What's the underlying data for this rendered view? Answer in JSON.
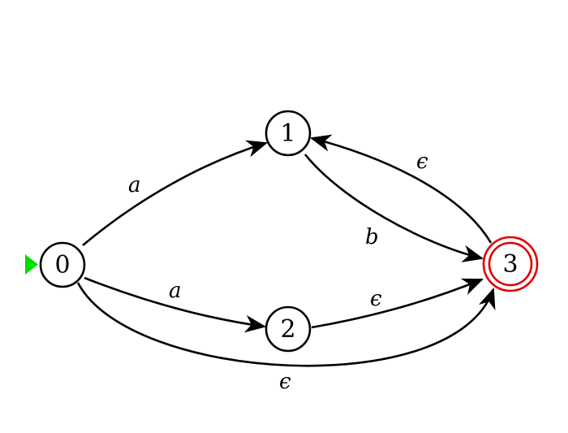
{
  "diagram": {
    "type": "finite-automaton",
    "states": [
      {
        "id": "0",
        "label": "0",
        "initial": true,
        "accepting": false
      },
      {
        "id": "1",
        "label": "1",
        "initial": false,
        "accepting": false
      },
      {
        "id": "2",
        "label": "2",
        "initial": false,
        "accepting": false
      },
      {
        "id": "3",
        "label": "3",
        "initial": false,
        "accepting": true
      }
    ],
    "transitions": [
      {
        "from": "0",
        "to": "1",
        "label": "a"
      },
      {
        "from": "0",
        "to": "2",
        "label": "a"
      },
      {
        "from": "0",
        "to": "3",
        "label": "ϵ"
      },
      {
        "from": "1",
        "to": "3",
        "label": "b"
      },
      {
        "from": "2",
        "to": "3",
        "label": "ϵ"
      },
      {
        "from": "3",
        "to": "1",
        "label": "ϵ"
      }
    ],
    "colors": {
      "line": "#000000",
      "accepting": "#e00000",
      "initial_marker": "#00dd00"
    }
  }
}
